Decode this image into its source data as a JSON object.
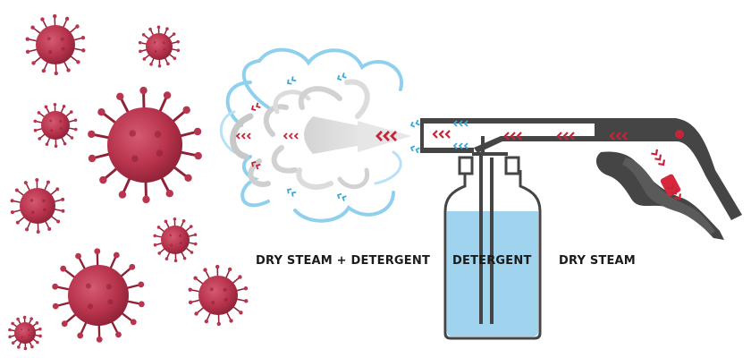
{
  "labels": {
    "dry_steam_detergent": "DRY STEAM + DETERGENT",
    "detergent": "DETERGENT",
    "dry_steam": "DRY STEAM"
  },
  "colors": {
    "virus": "#b9344d",
    "virus_dark": "#8e2237",
    "steam_arrow": "#c7243a",
    "detergent_arrow": "#3aa9d9",
    "liquid": "#9fd3ee",
    "gun_body": "#454545",
    "cloud_outline": "#8fd0ef",
    "cloud_fill": "#ececec"
  },
  "icons": [
    "virus-icon",
    "steam-arrow-icon",
    "detergent-arrow-icon",
    "steam-gun-icon",
    "detergent-bottle-icon",
    "steam-cloud-icon"
  ]
}
